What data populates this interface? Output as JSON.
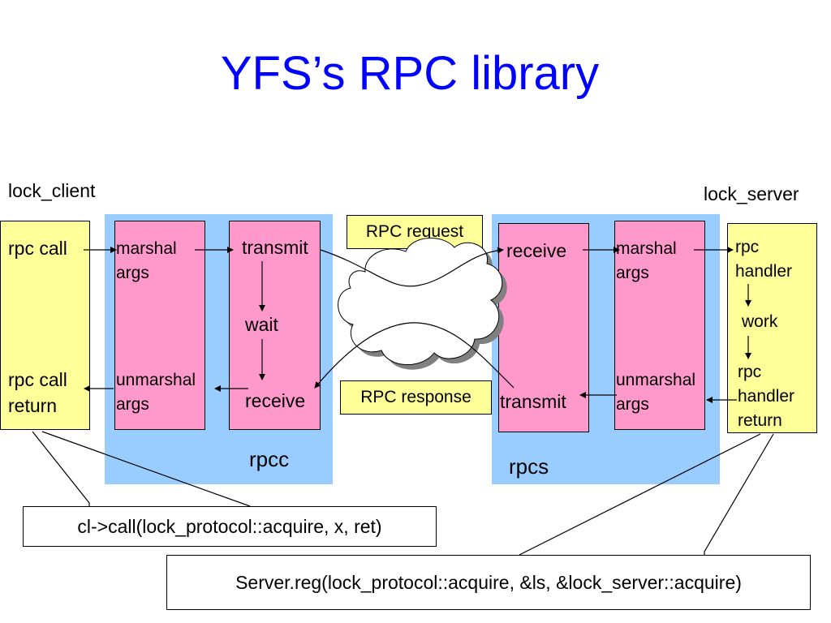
{
  "title": "YFS’s RPC library",
  "lock_client_label": "lock_client",
  "lock_server_label": "lock_server",
  "client": {
    "rpc_call": "rpc call",
    "rpc_call_return_1": "rpc call",
    "rpc_call_return_2": "return"
  },
  "rpcc": {
    "label": "rpcc",
    "marshal_1": "marshal",
    "marshal_2": "args",
    "unmarshal_1": "unmarshal",
    "unmarshal_2": "args",
    "transmit": "transmit",
    "wait": "wait",
    "receive": "receive"
  },
  "rpc_request": "RPC request",
  "rpc_response": "RPC response",
  "rpcs": {
    "label": "rpcs",
    "receive": "receive",
    "transmit": "transmit",
    "marshal_1": "marshal",
    "marshal_2": "args",
    "unmarshal_1": "unmarshal",
    "unmarshal_2": "args"
  },
  "server": {
    "handler_1": "rpc",
    "handler_2": "handler",
    "work": "work",
    "return_1": "rpc",
    "return_2": "handler",
    "return_3": "return"
  },
  "client_call_code": "cl->call(lock_protocol::acquire, x, ret)",
  "server_reg_code": "Server.reg(lock_protocol::acquire, &ls, &lock_server::acquire)"
}
